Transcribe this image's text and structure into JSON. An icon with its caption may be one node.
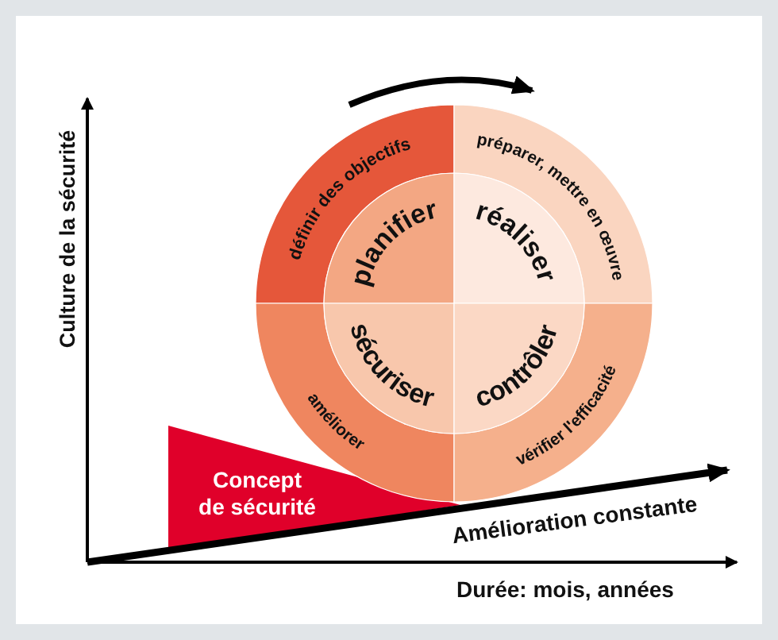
{
  "diagram": {
    "nodes": [
      {
        "text": [
          "définir des objectifs"
        ]
      },
      {
        "text": [
          "planifier"
        ]
      },
      {
        "text": [
          "préparer, mettre en œuvre"
        ]
      },
      {
        "text": [
          "réaliser"
        ]
      },
      {
        "text": [
          "améliorer"
        ]
      },
      {
        "text": [
          "sécuriser"
        ]
      },
      {
        "text": [
          "vérifier l'efficacité"
        ]
      },
      {
        "text": [
          "contrôler"
        ]
      },
      {
        "text": [
          "Concept de sécurité"
        ]
      }
    ],
    "labels": [
      "Culture de la sécurité",
      "Amélioration constante",
      "Durée: mois, années"
    ]
  }
}
